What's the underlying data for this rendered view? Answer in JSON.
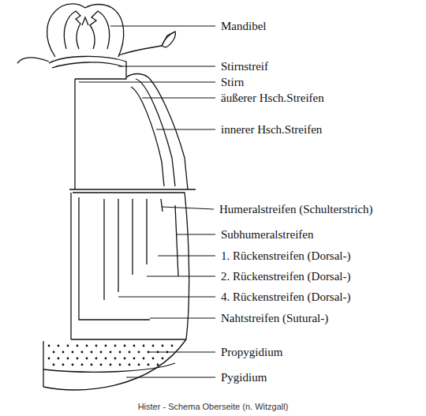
{
  "diagram": {
    "caption": "Hister - Schema Oberseite (n. Witzgall)",
    "labels": [
      "Mandibel",
      "Stirnstreif",
      "Stirn",
      "äußerer Hsch.Streifen",
      "innerer Hsch.Streifen",
      "Humeralstreifen (Schulterstrich)",
      "Subhumeralstreifen",
      "1. Rückenstreifen (Dorsal-)",
      "2. Rückenstreifen (Dorsal-)",
      "4. Rückenstreifen (Dorsal-)",
      "Nahtstreifen (Sutural-)",
      "Propygidium",
      "Pygidium"
    ]
  }
}
